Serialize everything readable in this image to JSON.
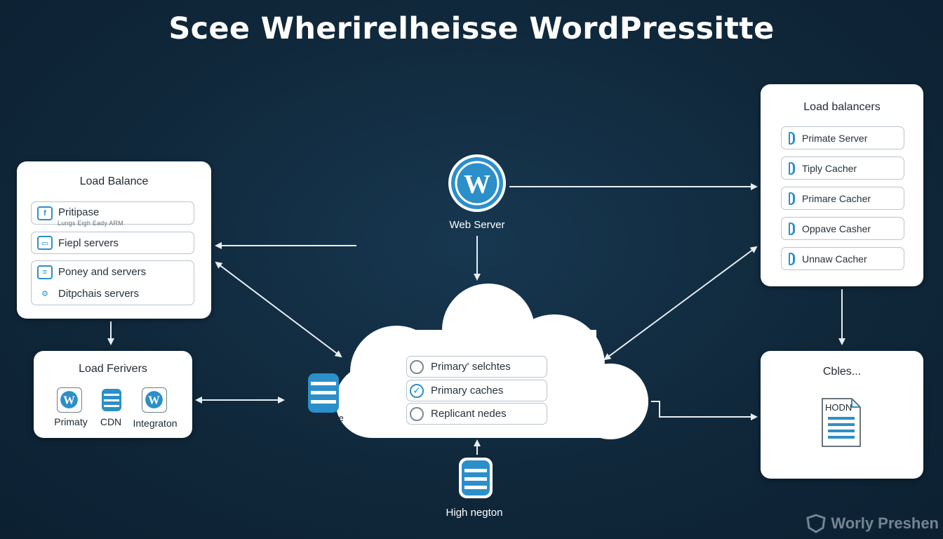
{
  "title": "Scee Wherirelheisse WordPressitte",
  "left_card": {
    "title": "Load Balance",
    "rows": [
      {
        "label": "Pritipase",
        "icon": "document-icon"
      },
      {
        "label": "Fiepl servers",
        "icon": "monitor-icon"
      },
      {
        "label": "Poney and servers",
        "icon": "server-icon"
      },
      {
        "label": "Ditpchais servers",
        "icon": "plug-icon"
      }
    ],
    "subnote": "Lungs Eigh Eady ARM"
  },
  "left_bottom_card": {
    "title": "Load Ferivers",
    "items": [
      {
        "label": "Primaty",
        "icon": "wordpress-icon"
      },
      {
        "label": "CDN",
        "icon": "database-icon"
      },
      {
        "label": "Integraton",
        "icon": "wordpress-icon"
      }
    ]
  },
  "web_server": {
    "label": "Web Server",
    "icon": "wordpress-logo-icon"
  },
  "cloud": {
    "rows": [
      {
        "label": "Primary' selchtes",
        "checked": false
      },
      {
        "label": "Primary caches",
        "checked": true
      },
      {
        "label": "Replicant nedes",
        "checked": false
      }
    ],
    "db_label": "Database"
  },
  "bottom_db": {
    "label": "High negton"
  },
  "right_card": {
    "title": "Load balancers",
    "rows": [
      {
        "label": "Primate Server"
      },
      {
        "label": "Tiply Cacher"
      },
      {
        "label": "Primare Cacher"
      },
      {
        "label": "Oppave Casher"
      },
      {
        "label": "Unnaw Cacher"
      }
    ]
  },
  "right_bottom_card": {
    "title": "Cbles...",
    "doc_label": "HODN"
  },
  "watermark": "Worly Preshen",
  "colors": {
    "accent": "#2b8fc9",
    "background": "#10283b",
    "card": "#ffffff",
    "wire": "#e8eef2"
  }
}
